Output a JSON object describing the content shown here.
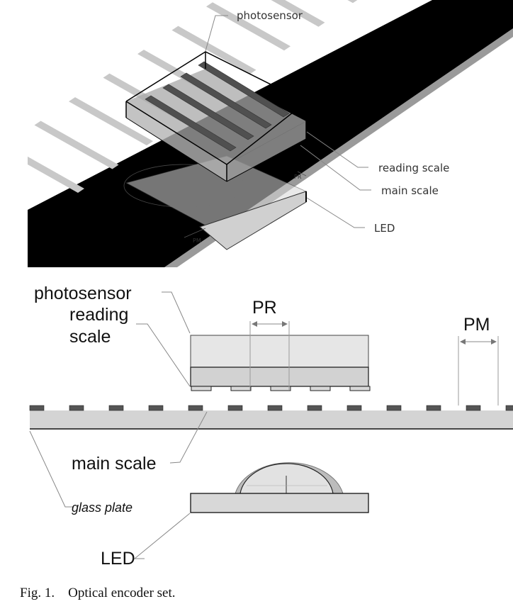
{
  "figure": {
    "caption": "Fig. 1.    Optical encoder set.",
    "iso_view": {
      "labels": {
        "photosensor": "photosensor",
        "reading_scale": "reading scale",
        "main_scale": "main scale",
        "led": "LED",
        "pr": "PR",
        "pm": "PM"
      }
    },
    "section_view": {
      "labels": {
        "photosensor": "photosensor",
        "reading_line1": "reading",
        "reading_line2": "scale",
        "pr": "PR",
        "pm": "PM",
        "main_scale": "main scale",
        "glass_plate": "glass plate",
        "led": "LED"
      },
      "main_scale_marks": 13,
      "reading_scale_teeth": 5
    },
    "colors": {
      "tape": "#000000",
      "slit": "#c8c8c8",
      "glass": "#d4d4d4",
      "sensor_top": "#e6e6e6",
      "sensor_bottom": "#d2d2d2",
      "mark": "#555555"
    }
  }
}
